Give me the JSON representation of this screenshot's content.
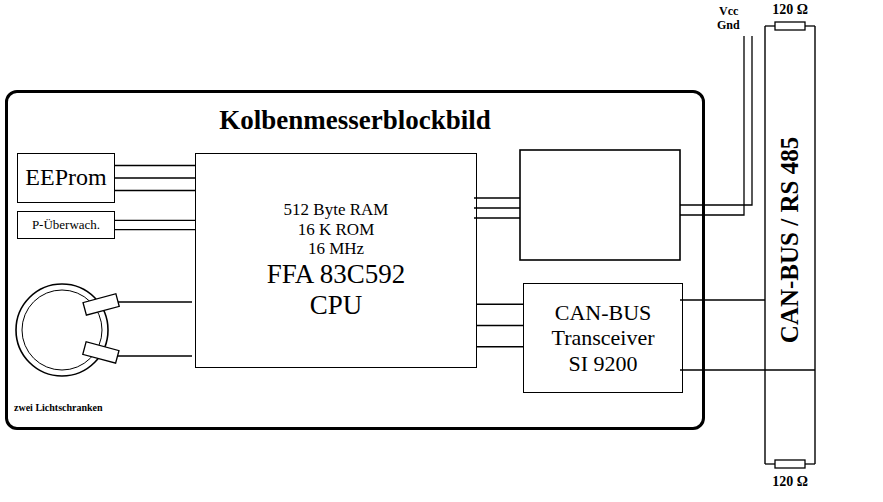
{
  "diagram": {
    "nodes": [
      {
        "text": [
          "Kolbenmesserblockbild"
        ]
      },
      {
        "text": [
          "EEProm"
        ],
        "in": 0
      },
      {
        "text": [
          "P-Überwach."
        ],
        "in": 0
      },
      {
        "text": [
          "CPU",
          "FFA 83C592",
          "16 MHz",
          "16 K ROM",
          "512 Byte RAM"
        ],
        "in": 0
      },
      {
        "text": [
          "CAN-BUS Transceiver SI 9200"
        ],
        "in": 0
      }
    ],
    "edges": [
      {
        "from": 1,
        "to": 3,
        "arrow": "none"
      },
      {
        "from": 2,
        "to": 3,
        "arrow": "none"
      },
      {
        "from": 3,
        "to": 4,
        "arrow": "none"
      }
    ],
    "labels": [
      "zwei Lichtschranken",
      "Vcc",
      "Gnd",
      "120 Ω",
      "120 Ω",
      "CAN-BUS / RS 485"
    ]
  }
}
